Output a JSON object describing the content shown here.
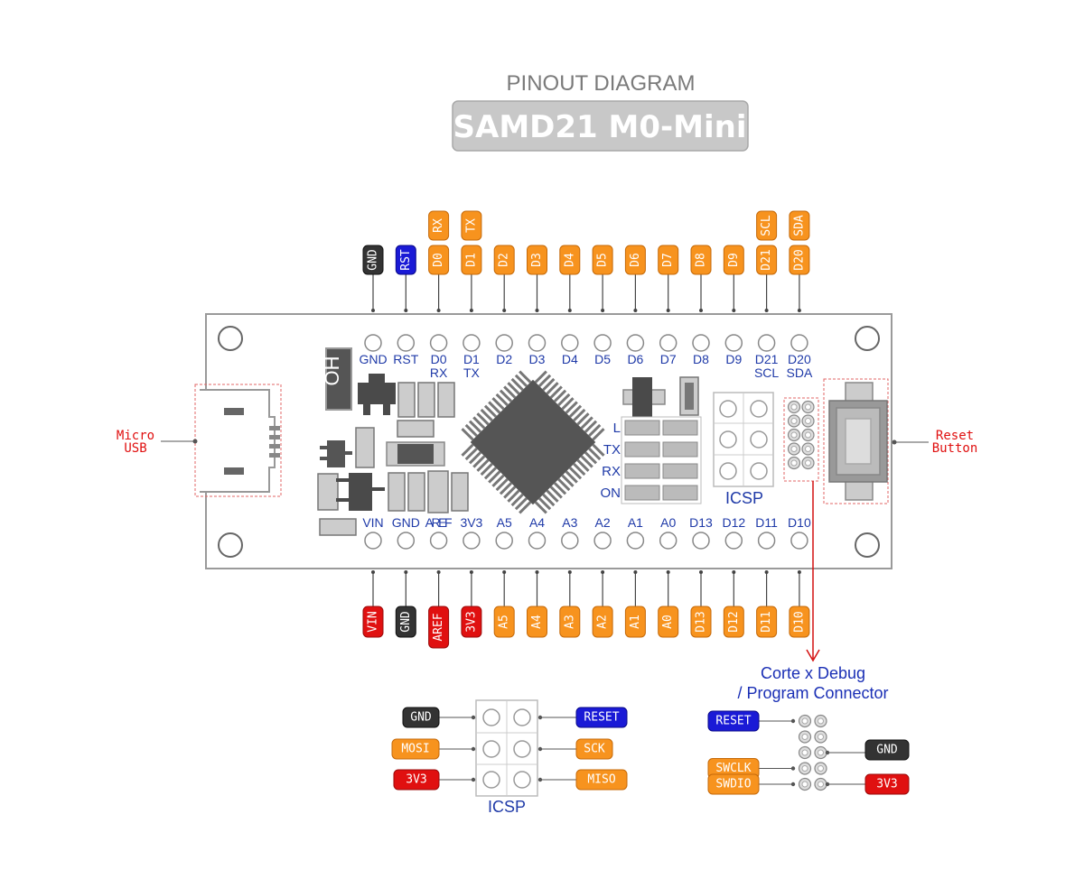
{
  "header": {
    "subtitle": "PINOUT DIAGRAM",
    "title": "SAMD21 M0-Mini"
  },
  "colors": {
    "orange": "#f7931e",
    "orange_stroke": "#c56a0a",
    "black": "#333333",
    "blue": "#1a1ad6",
    "red": "#e01010",
    "board_label": "#1f3aa8",
    "gray_chip": "#555555",
    "callout_red": "#e01010"
  },
  "top_pins": [
    {
      "id": "gnd",
      "label": "GND",
      "color": "black",
      "board_label": "GND",
      "board_label2": ""
    },
    {
      "id": "rst",
      "label": "RST",
      "color": "blue",
      "board_label": "RST",
      "board_label2": ""
    },
    {
      "id": "d0",
      "label": "D0",
      "color": "orange",
      "alt": "RX",
      "board_label": "D0",
      "board_label2": "RX"
    },
    {
      "id": "d1",
      "label": "D1",
      "color": "orange",
      "alt": "TX",
      "board_label": "D1",
      "board_label2": "TX"
    },
    {
      "id": "d2",
      "label": "D2",
      "color": "orange",
      "board_label": "D2",
      "board_label2": ""
    },
    {
      "id": "d3",
      "label": "D3",
      "color": "orange",
      "board_label": "D3",
      "board_label2": ""
    },
    {
      "id": "d4",
      "label": "D4",
      "color": "orange",
      "board_label": "D4",
      "board_label2": ""
    },
    {
      "id": "d5",
      "label": "D5",
      "color": "orange",
      "board_label": "D5",
      "board_label2": ""
    },
    {
      "id": "d6",
      "label": "D6",
      "color": "orange",
      "board_label": "D6",
      "board_label2": ""
    },
    {
      "id": "d7",
      "label": "D7",
      "color": "orange",
      "board_label": "D7",
      "board_label2": ""
    },
    {
      "id": "d8",
      "label": "D8",
      "color": "orange",
      "board_label": "D8",
      "board_label2": ""
    },
    {
      "id": "d9",
      "label": "D9",
      "color": "orange",
      "board_label": "D9",
      "board_label2": ""
    },
    {
      "id": "d21",
      "label": "D21",
      "color": "orange",
      "alt": "SCL",
      "board_label": "D21",
      "board_label2": "SCL"
    },
    {
      "id": "d20",
      "label": "D20",
      "color": "orange",
      "alt": "SDA",
      "board_label": "D20",
      "board_label2": "SDA"
    }
  ],
  "bottom_pins": [
    {
      "id": "vin",
      "label": "VIN",
      "color": "red",
      "board_label": "VIN"
    },
    {
      "id": "gnd2",
      "label": "GND",
      "color": "black",
      "board_label": "GND"
    },
    {
      "id": "aref",
      "label": "AREF",
      "color": "red",
      "board_label": "AREF"
    },
    {
      "id": "3v3",
      "label": "3V3",
      "color": "red",
      "board_label": "3V3"
    },
    {
      "id": "a5",
      "label": "A5",
      "color": "orange",
      "board_label": "A5"
    },
    {
      "id": "a4",
      "label": "A4",
      "color": "orange",
      "board_label": "A4"
    },
    {
      "id": "a3",
      "label": "A3",
      "color": "orange",
      "board_label": "A3"
    },
    {
      "id": "a2",
      "label": "A2",
      "color": "orange",
      "board_label": "A2"
    },
    {
      "id": "a1",
      "label": "A1",
      "color": "orange",
      "board_label": "A1"
    },
    {
      "id": "a0",
      "label": "A0",
      "color": "orange",
      "board_label": "A0"
    },
    {
      "id": "d13",
      "label": "D13",
      "color": "orange",
      "board_label": "D13"
    },
    {
      "id": "d12",
      "label": "D12",
      "color": "orange",
      "board_label": "D12"
    },
    {
      "id": "d11",
      "label": "D11",
      "color": "orange",
      "board_label": "D11"
    },
    {
      "id": "d10",
      "label": "D10",
      "color": "orange",
      "board_label": "D10"
    }
  ],
  "board": {
    "silk_oh": "OH",
    "leds": [
      "L",
      "TX",
      "RX",
      "ON"
    ],
    "icsp_label": "ICSP"
  },
  "callouts": {
    "micro_usb": [
      "Micro",
      "USB"
    ],
    "reset_button": [
      "Reset",
      "Button"
    ],
    "debug_connector": [
      "Corte x Debug",
      "/ Program Connector"
    ]
  },
  "icsp_detail": {
    "label": "ICSP",
    "left": [
      {
        "label": "GND",
        "color": "black"
      },
      {
        "label": "MOSI",
        "color": "orange"
      },
      {
        "label": "3V3",
        "color": "red"
      }
    ],
    "right": [
      {
        "label": "RESET",
        "color": "blue"
      },
      {
        "label": "SCK",
        "color": "orange"
      },
      {
        "label": "MISO",
        "color": "orange"
      }
    ]
  },
  "debug_detail": {
    "left": [
      {
        "label": "RESET",
        "color": "blue",
        "row": 0
      },
      {
        "label": "SWCLK",
        "color": "orange",
        "row": 3
      },
      {
        "label": "SWDIO",
        "color": "orange",
        "row": 4
      }
    ],
    "right": [
      {
        "label": "GND",
        "color": "black",
        "row": 2
      },
      {
        "label": "3V3",
        "color": "red",
        "row": 4
      }
    ]
  }
}
